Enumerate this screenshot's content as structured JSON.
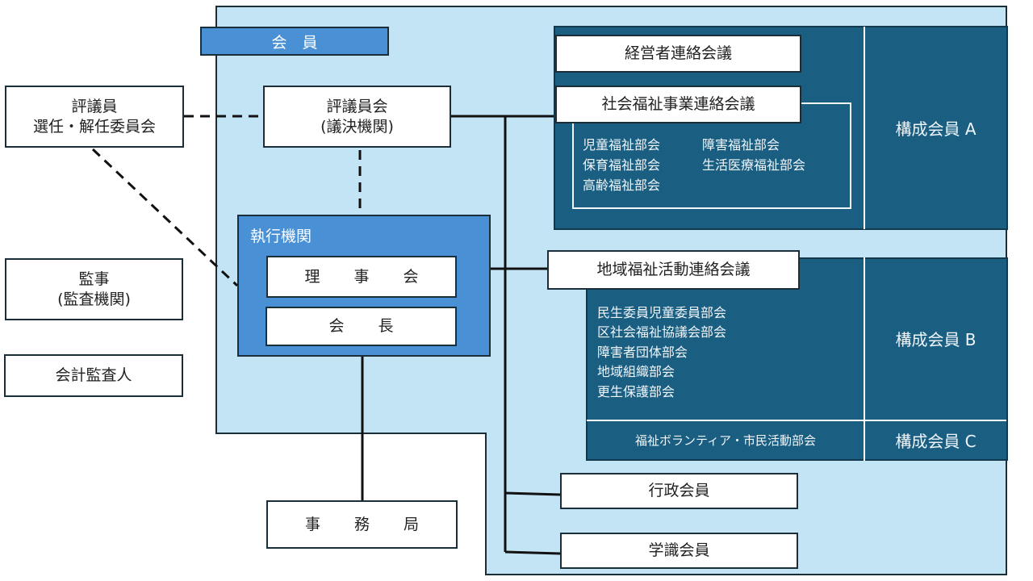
{
  "membership_area": {
    "label": "会　員"
  },
  "left_column": {
    "selection_committee": {
      "line1": "評議員",
      "line2": "選任・解任委員会"
    },
    "auditor": {
      "line1": "監事",
      "line2": "(監査機関)"
    },
    "accounting_auditor": {
      "label": "会計監査人"
    }
  },
  "council": {
    "line1": "評議員会",
    "line2": "(議決機関)"
  },
  "executive": {
    "title": "執行機関",
    "board": "理 事 会",
    "chair": "会 長"
  },
  "secretariat": {
    "label": "事 務 局"
  },
  "group_a": {
    "executives_meeting": "経営者連絡会議",
    "welfare_business_meeting": "社会福祉事業連絡会議",
    "subcommittees": [
      [
        "児童福祉部会",
        "障害福祉部会"
      ],
      [
        "保育福祉部会",
        "生活医療福祉部会"
      ],
      [
        "高齢福祉部会",
        ""
      ]
    ],
    "member_label": "構成会員 A"
  },
  "group_b": {
    "community_meeting": "地域福祉活動連絡会議",
    "subcommittees": [
      "民生委員児童委員部会",
      "区社会福祉協議会部会",
      "障害者団体部会",
      "地域組織部会",
      "更生保護部会"
    ],
    "member_label": "構成会員 B"
  },
  "group_c": {
    "subcommittee": "福祉ボランティア・市民活動部会",
    "member_label": "構成会員 C"
  },
  "administrative_members": {
    "label": "行政会員"
  },
  "academic_members": {
    "label": "学識会員"
  },
  "colors": {
    "light_blue_area": "#c3e4f4",
    "mid_blue": "#4a90d4",
    "dark_blue": "#1a5e82",
    "border": "#1a2e3a"
  }
}
